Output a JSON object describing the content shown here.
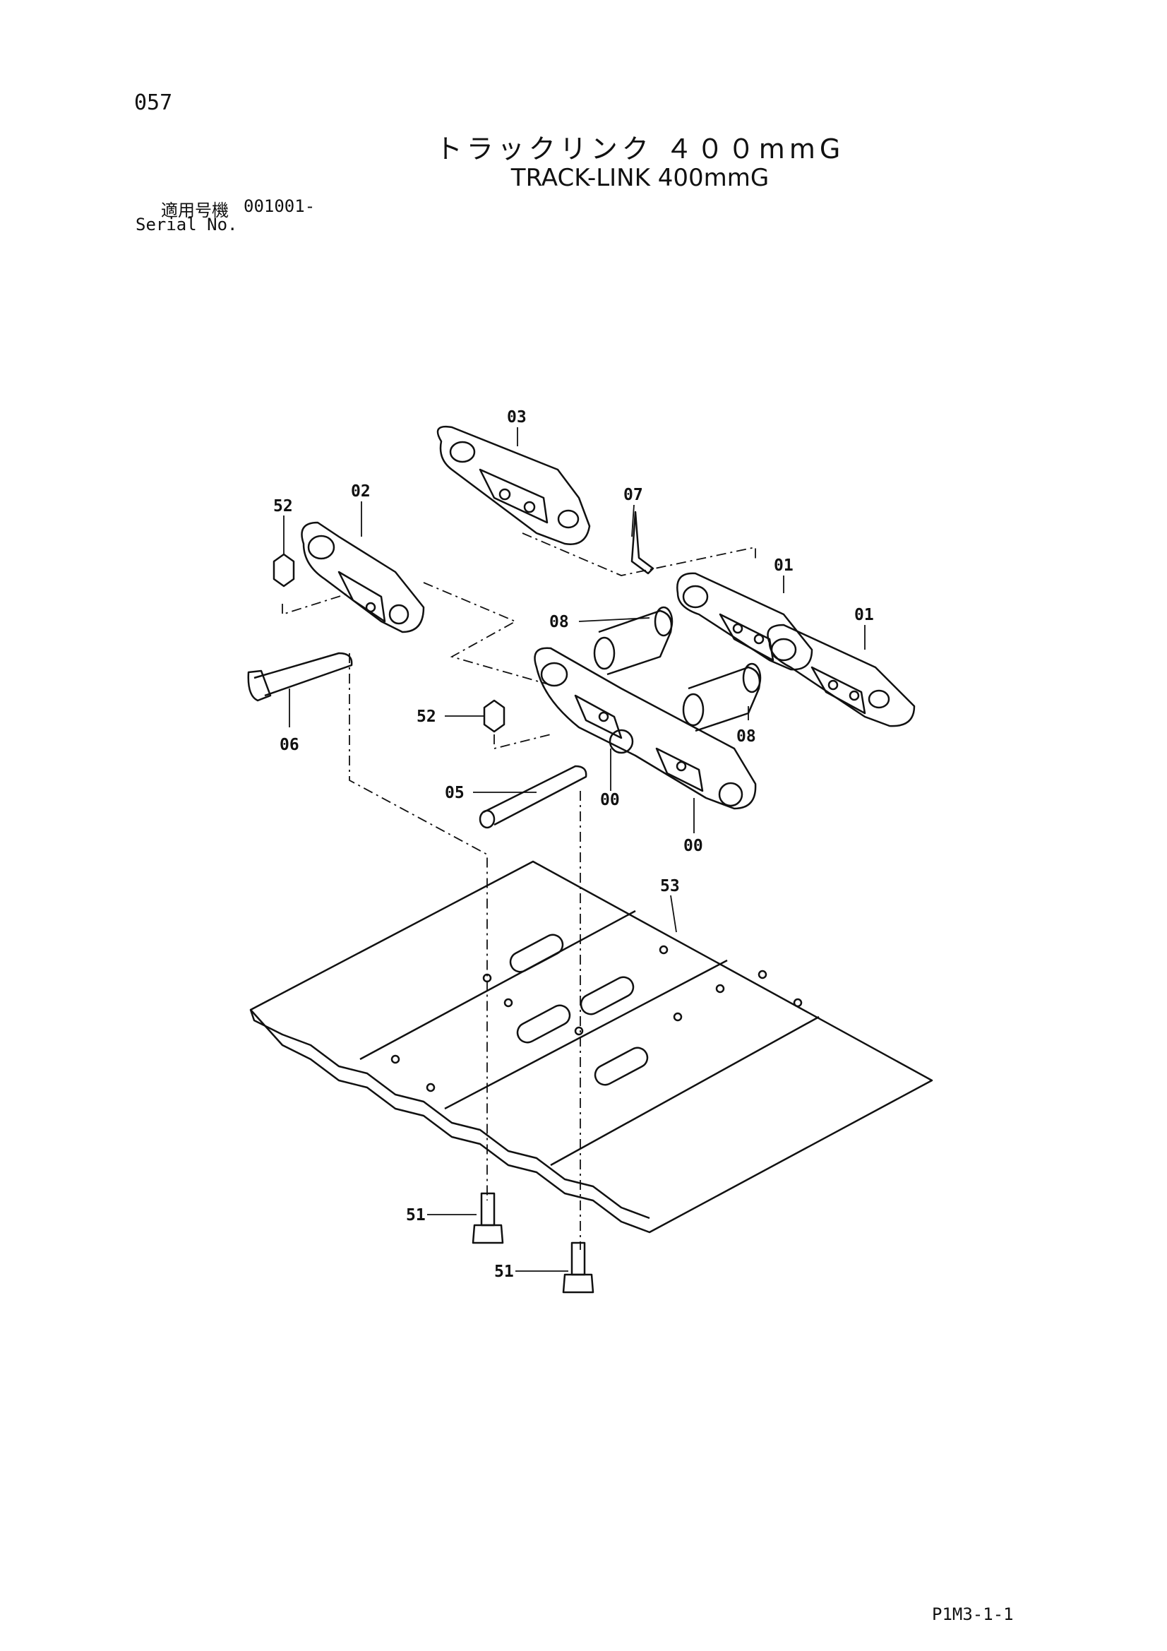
{
  "page_number": "057",
  "title_jp": "トラックリンク ４００mmG",
  "title_en": "TRACK-LINK 400mmG",
  "serial": {
    "label_jp": "適用号機",
    "value": "001001-",
    "label_en": "Serial No."
  },
  "callouts": {
    "c03": "03",
    "c02": "02",
    "c52a": "52",
    "c07": "07",
    "c01a": "01",
    "c01b": "01",
    "c08a": "08",
    "c52b": "52",
    "c08b": "08",
    "c06": "06",
    "c05": "05",
    "c00a": "00",
    "c00b": "00",
    "c53": "53",
    "c51a": "51",
    "c51b": "51"
  },
  "footer_code": "P1M3-1-1"
}
